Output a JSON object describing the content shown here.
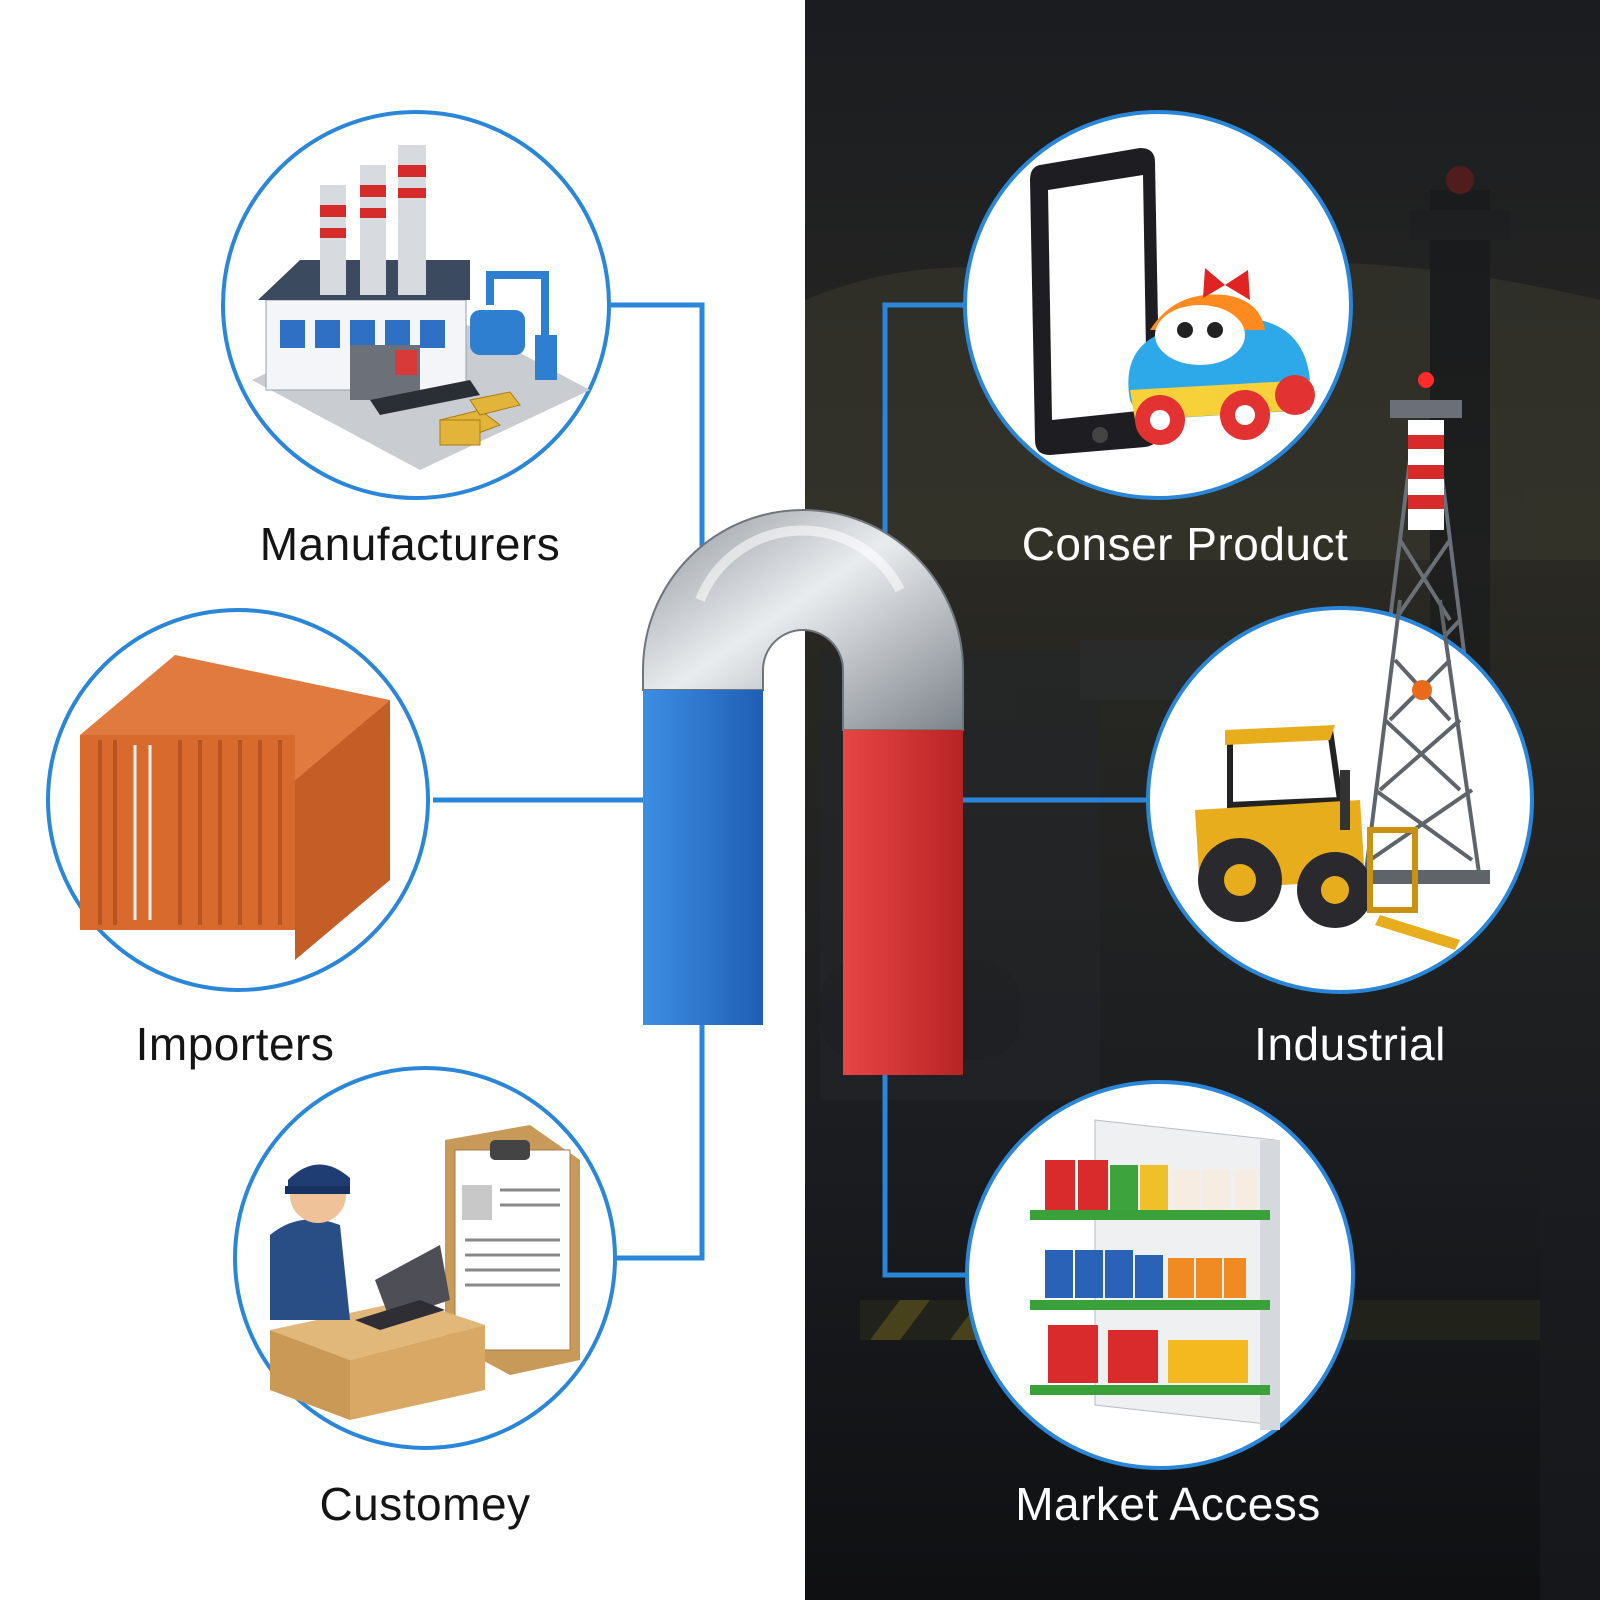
{
  "colors": {
    "left_bg": "#ffffff",
    "right_bg": "#14161a",
    "connector": "#2a86d8",
    "circle_border": "#2a86d8",
    "magnet_north": "#2f7ed6",
    "magnet_south": "#e23a3a",
    "magnet_steel": "#c9cdd2"
  },
  "magnet": {
    "icon": "horseshoe-magnet-icon"
  },
  "left_nodes": [
    {
      "label": "Manufacturers",
      "icon": "factory-icon"
    },
    {
      "label": "Importers",
      "icon": "shipping-container-icon"
    },
    {
      "label": "Customey",
      "icon": "customs-officer-desk-icon"
    }
  ],
  "right_nodes": [
    {
      "label": "Conser Product",
      "icon": "phone-and-toy-car-icon"
    },
    {
      "label": "Industrial",
      "icon": "forklift-and-oil-rig-icon"
    },
    {
      "label": "Market Access",
      "icon": "store-shelf-icon"
    }
  ]
}
